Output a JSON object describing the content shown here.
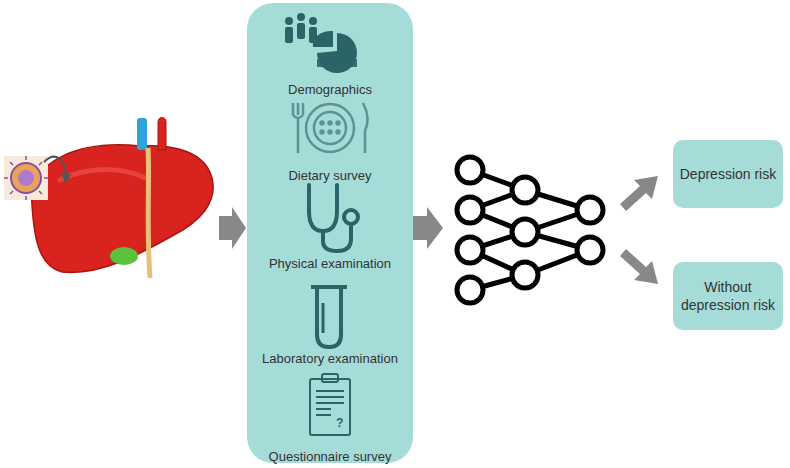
{
  "diagram": {
    "nodes": [
      {
        "text": [
          "Demographics",
          "Dietary survey",
          "Physical examination",
          "Laboratory examination",
          "Questionnaire survey"
        ]
      },
      {
        "text": [
          "Depression risk"
        ]
      },
      {
        "text": [
          "Without depression risk"
        ]
      }
    ],
    "labels": [
      "?"
    ]
  }
}
